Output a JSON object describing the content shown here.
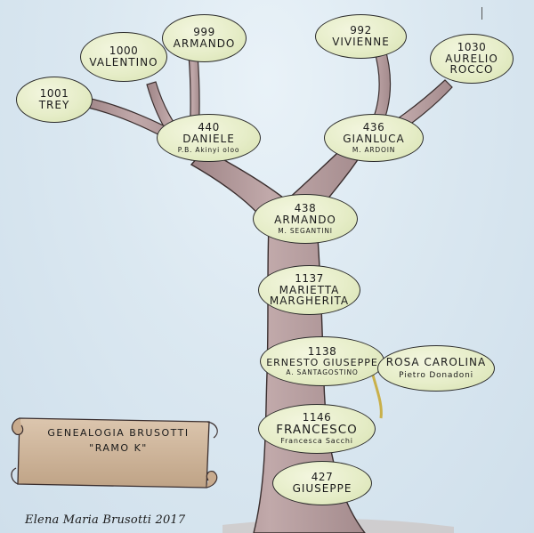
{
  "title_banner": {
    "line1": "GENEALOGIA BRUSOTTI",
    "line2": "\"RAMO K\""
  },
  "signature": "Elena Maria Brusotti 2017",
  "members": [
    {
      "id": "m1001",
      "number": "1001",
      "name": "TREY",
      "spouse": ""
    },
    {
      "id": "m1000",
      "number": "1000",
      "name": "VALENTINO",
      "spouse": ""
    },
    {
      "id": "m999",
      "number": "999",
      "name": "ARMANDO",
      "spouse": ""
    },
    {
      "id": "m992",
      "number": "992",
      "name": "VIVIENNE",
      "spouse": ""
    },
    {
      "id": "m1030",
      "number": "1030",
      "name": "AURELIO ROCCO",
      "spouse": ""
    },
    {
      "id": "m440",
      "number": "440",
      "name": "DANIELE",
      "spouse": "P.B. Akinyi oloo"
    },
    {
      "id": "m436",
      "number": "436",
      "name": "GIANLUCA",
      "spouse": "M. ARDOIN"
    },
    {
      "id": "m438",
      "number": "438",
      "name": "ARMANDO",
      "spouse": "M. SEGANTINI"
    },
    {
      "id": "m1137",
      "number": "1137",
      "name": "MARIETTA MARGHERITA",
      "spouse": ""
    },
    {
      "id": "m1138",
      "number": "1138",
      "name": "ERNESTO GIUSEPPE",
      "spouse": "A. SANTAGOSTINO"
    },
    {
      "id": "rosa",
      "number": "",
      "name": "ROSA CAROLINA",
      "spouse": "Pietro Donadoni"
    },
    {
      "id": "m1146",
      "number": "1146",
      "name": "FRANCESCO",
      "spouse": "Francesca Sacchi"
    },
    {
      "id": "m427",
      "number": "427",
      "name": "GIUSEPPE",
      "spouse": ""
    }
  ],
  "colors": {
    "sky": "#d8e6f0",
    "trunk": "#b49a9c",
    "leaf": "#e6edc8",
    "banner": "#cdb59a",
    "ink": "#1b1b1b"
  }
}
